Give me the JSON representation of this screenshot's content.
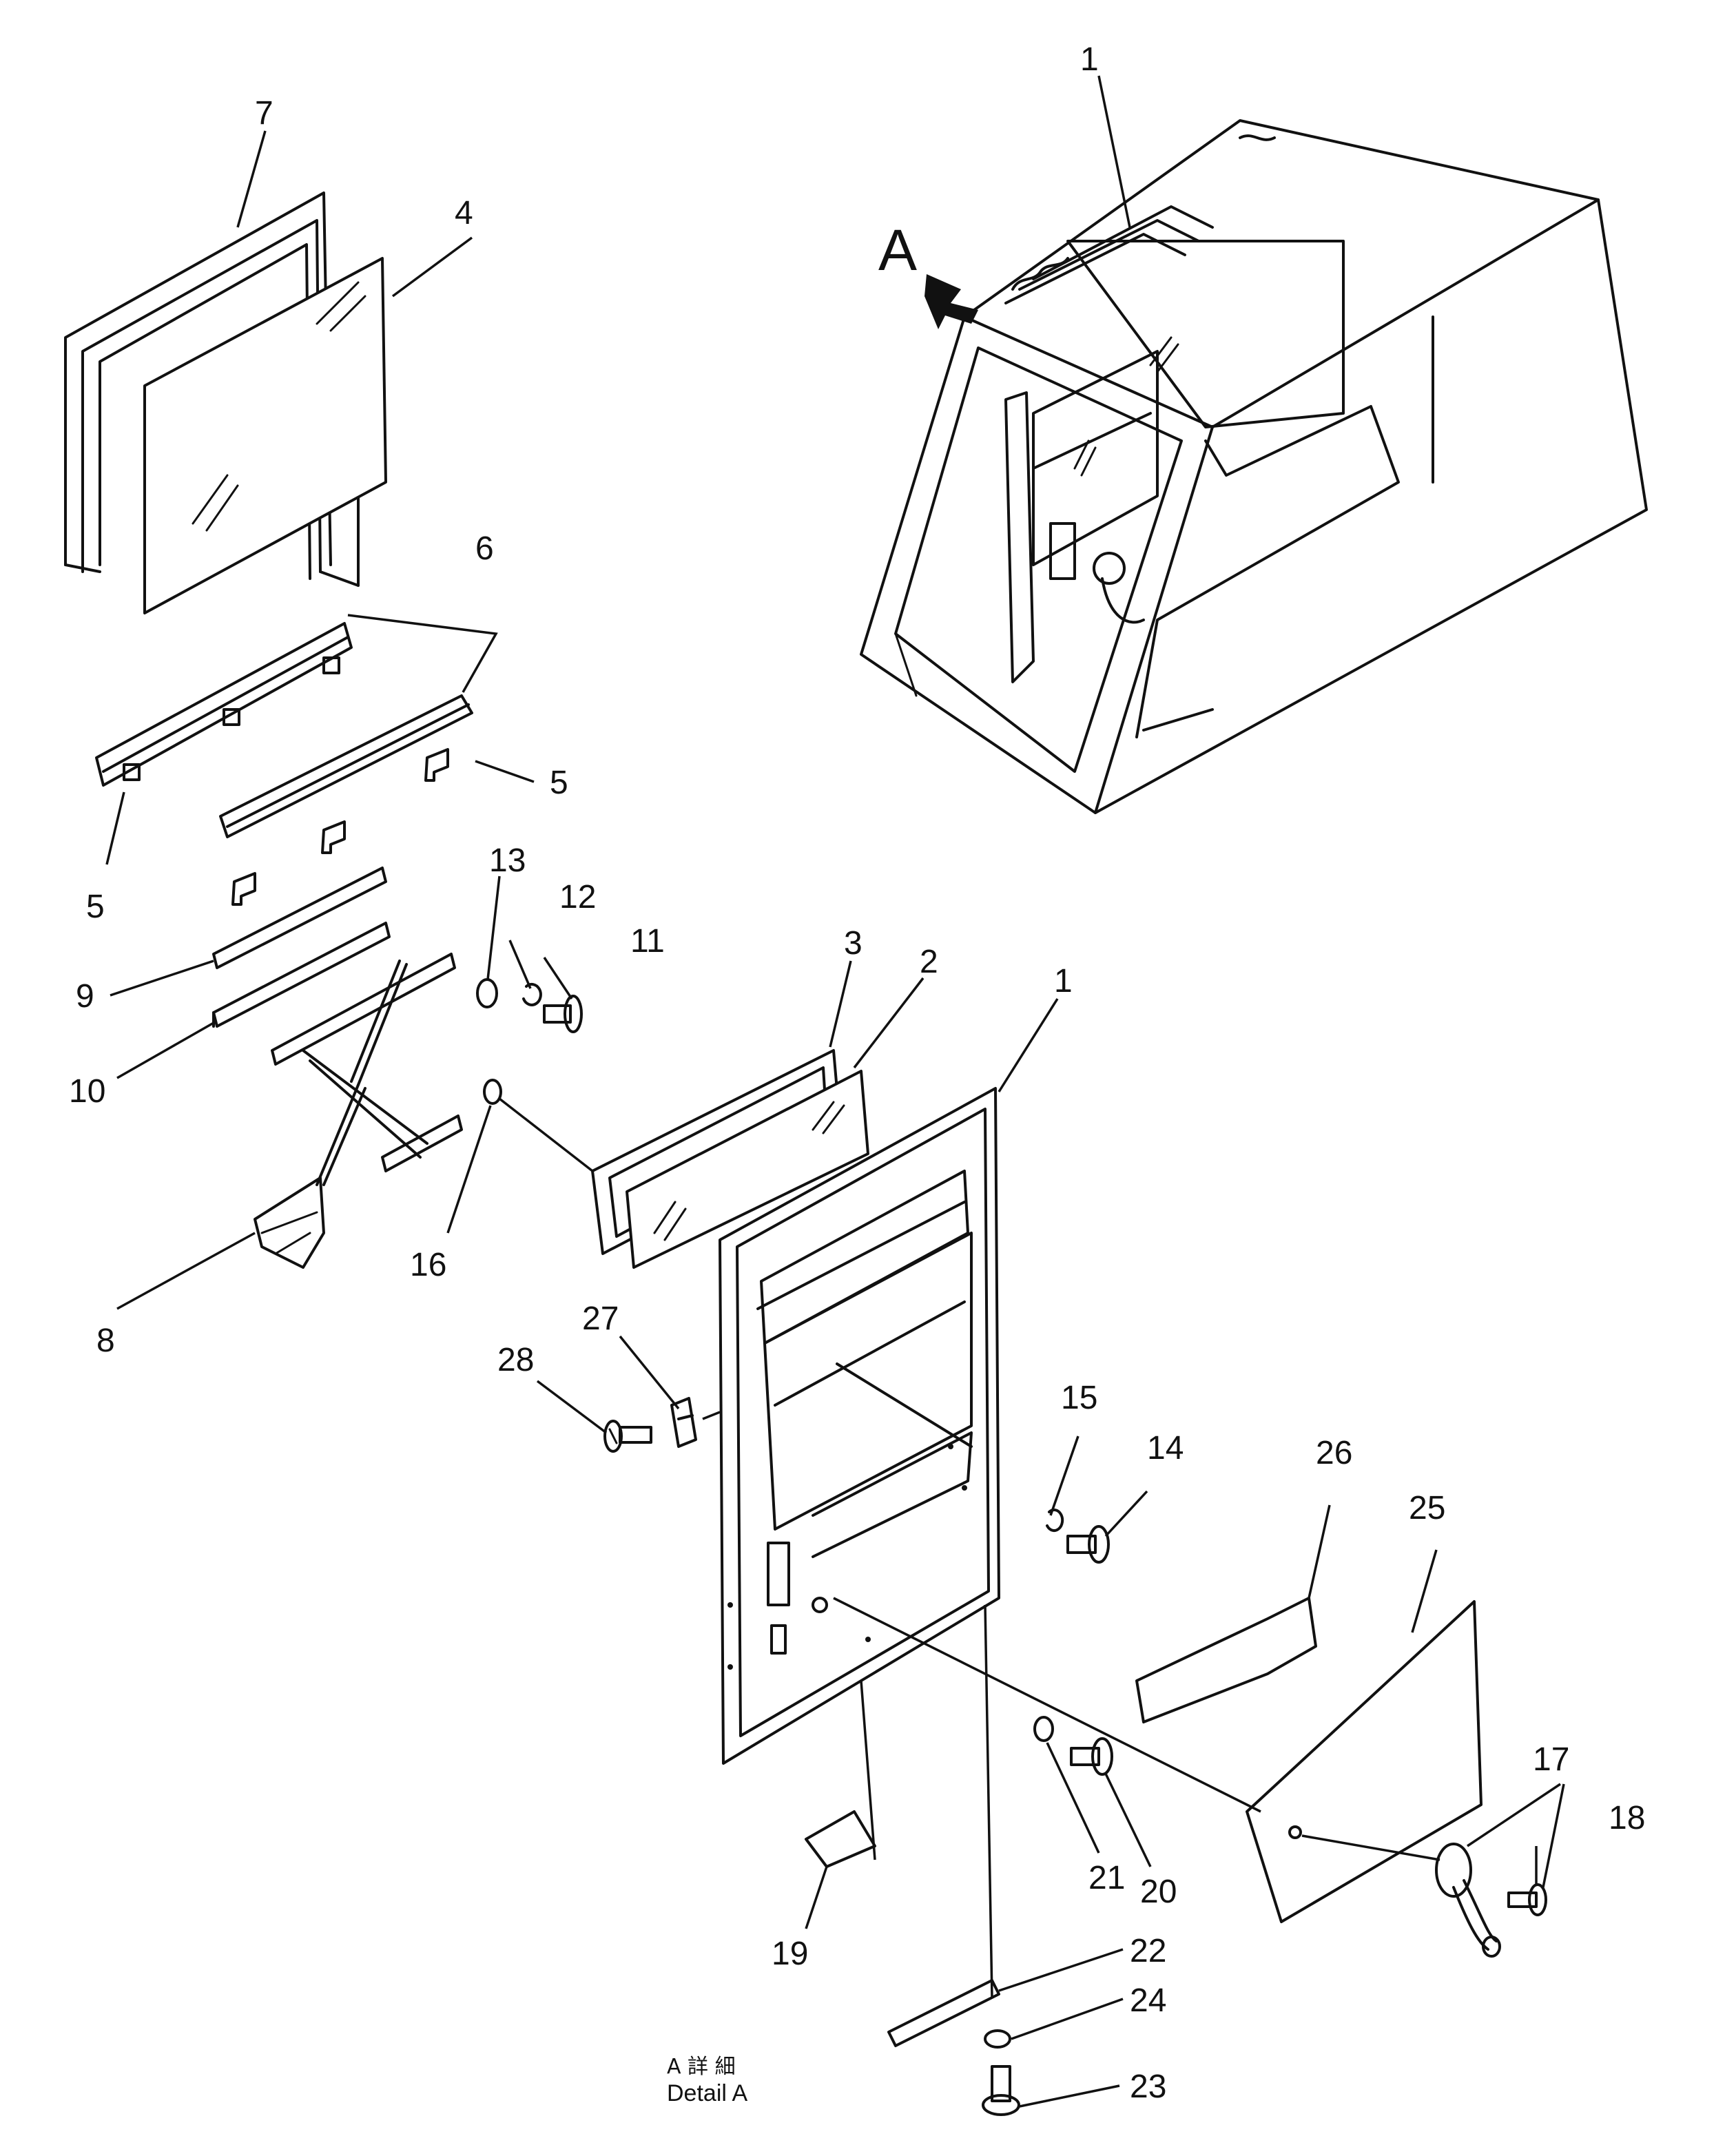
{
  "callouts": [
    "1",
    "1",
    "2",
    "3",
    "4",
    "5",
    "5",
    "6",
    "7",
    "8",
    "9",
    "10",
    "11",
    "12",
    "13",
    "14",
    "15",
    "16",
    "17",
    "18",
    "19",
    "20",
    "21",
    "22",
    "23",
    "24",
    "25",
    "26",
    "27",
    "28"
  ],
  "view_marker": "A",
  "detail_caption_ja": "A 詳 細",
  "detail_caption_en": "Detail A"
}
